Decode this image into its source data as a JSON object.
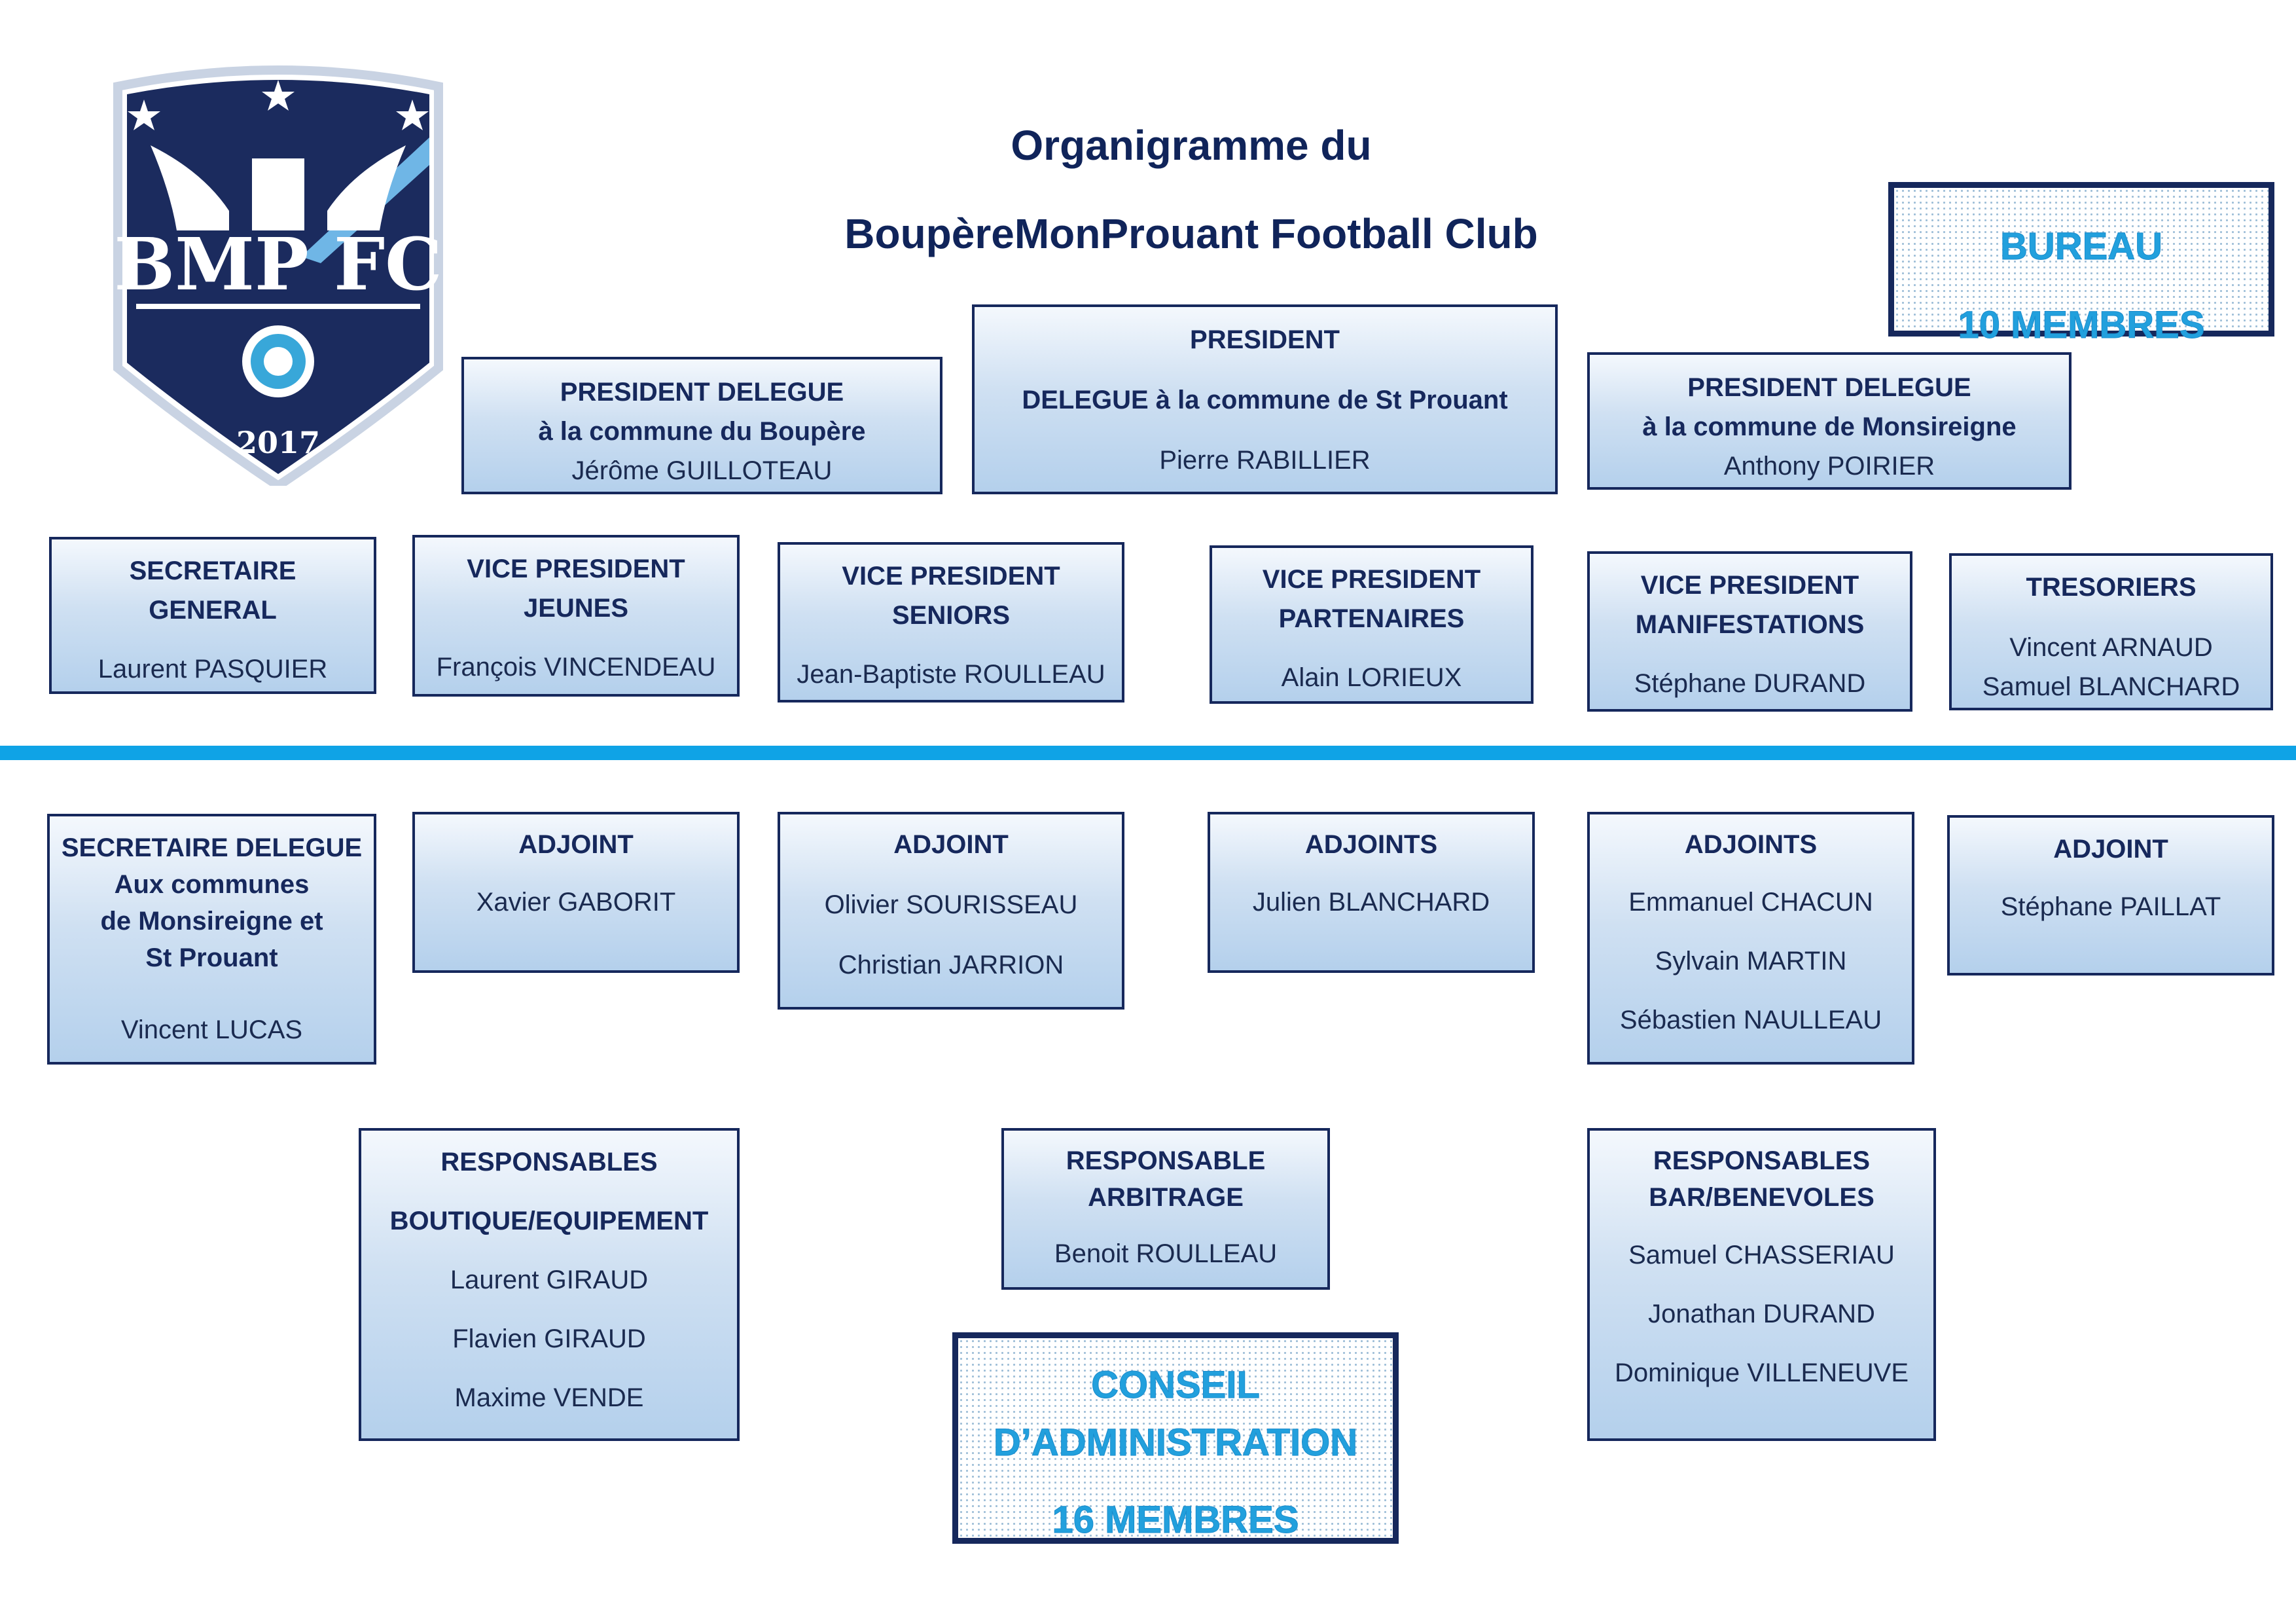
{
  "logo": {
    "text": "BMP FC",
    "year": "2017"
  },
  "title": {
    "line1": "Organigramme du",
    "line2": "BoupèreMonProuant Football Club"
  },
  "bureau": {
    "label": "BUREAU",
    "count": "10 MEMBRES"
  },
  "conseil": {
    "label1": "CONSEIL",
    "label2": "D’ADMINISTRATION",
    "count": "16 MEMBRES"
  },
  "president": {
    "title": "PRESIDENT",
    "subtitle": "DELEGUE à la commune de St Prouant",
    "name": "Pierre RABILLIER"
  },
  "pd_boupere": {
    "title": "PRESIDENT DELEGUE",
    "subtitle": "à la commune du Boupère",
    "name": "Jérôme GUILLOTEAU"
  },
  "pd_monsireigne": {
    "title": "PRESIDENT DELEGUE",
    "subtitle": "à la commune de Monsireigne",
    "name": "Anthony POIRIER"
  },
  "secretaire": {
    "line1": "SECRETAIRE",
    "line2": "GENERAL",
    "name": "Laurent PASQUIER"
  },
  "vp_jeunes": {
    "line1": "VICE PRESIDENT",
    "line2": "JEUNES",
    "name": "François VINCENDEAU"
  },
  "vp_seniors": {
    "line1": "VICE PRESIDENT",
    "line2": "SENIORS",
    "name": "Jean-Baptiste ROULLEAU"
  },
  "vp_partenaires": {
    "line1": "VICE PRESIDENT",
    "line2": "PARTENAIRES",
    "name": "Alain LORIEUX"
  },
  "vp_manifestations": {
    "line1": "VICE PRESIDENT",
    "line2": "MANIFESTATIONS",
    "name": "Stéphane DURAND"
  },
  "tresoriers": {
    "title": "TRESORIERS",
    "names": [
      "Vincent ARNAUD",
      "Samuel BLANCHARD"
    ]
  },
  "sec_delegue": {
    "lines": [
      "SECRETAIRE DELEGUE",
      "Aux communes",
      "de Monsireigne et",
      "St Prouant"
    ],
    "name": "Vincent LUCAS"
  },
  "adj_jeunes": {
    "title": "ADJOINT",
    "names": [
      "Xavier GABORIT"
    ]
  },
  "adj_seniors": {
    "title": "ADJOINT",
    "names": [
      "Olivier SOURISSEAU",
      "Christian JARRION"
    ]
  },
  "adj_partenaires": {
    "title": "ADJOINTS",
    "names": [
      "Julien BLANCHARD"
    ]
  },
  "adj_manifestations": {
    "title": "ADJOINTS",
    "names": [
      "Emmanuel CHACUN",
      "Sylvain MARTIN",
      "Sébastien NAULLEAU"
    ]
  },
  "adj_tresorier": {
    "title": "ADJOINT",
    "names": [
      "Stéphane PAILLAT"
    ]
  },
  "resp_boutique": {
    "line1": "RESPONSABLES",
    "line2": "BOUTIQUE/EQUIPEMENT",
    "names": [
      "Laurent GIRAUD",
      "Flavien GIRAUD",
      "Maxime VENDE"
    ]
  },
  "resp_arbitrage": {
    "line1": "RESPONSABLE",
    "line2": "ARBITRAGE",
    "names": [
      "Benoit ROULLEAU"
    ]
  },
  "resp_bar": {
    "line1": "RESPONSABLES",
    "line2": "BAR/BENEVOLES",
    "names": [
      "Samuel CHASSERIAU",
      "Jonathan DURAND",
      "Dominique VILLENEUVE"
    ]
  },
  "colors": {
    "navy": "#16285c",
    "accent": "#0fa3e6",
    "box_fill": "#b4d0ec",
    "bureau_text": "#22a0dd"
  }
}
